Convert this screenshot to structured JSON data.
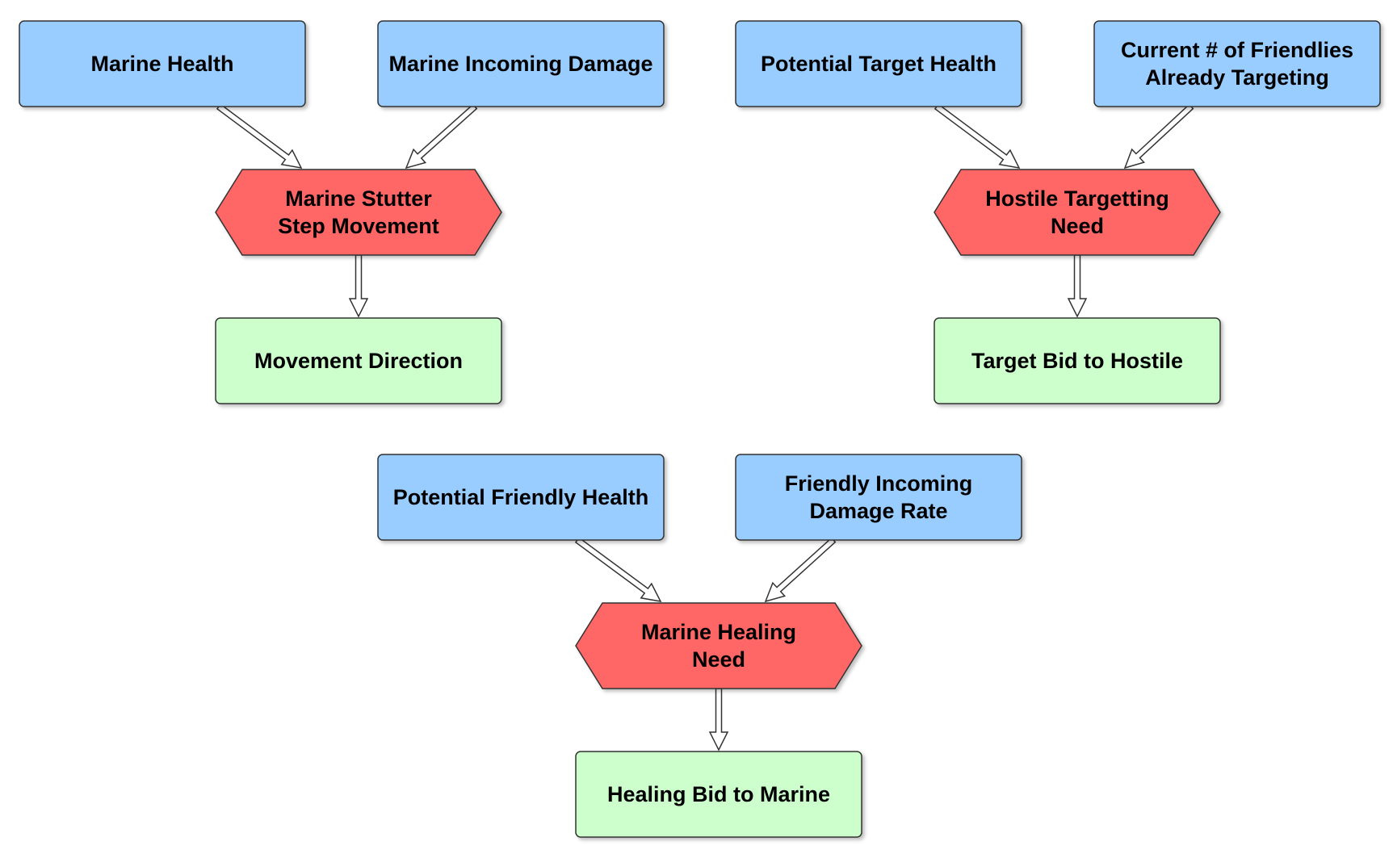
{
  "colors": {
    "input_fill": "#99CCFF",
    "need_fill": "#FF6666",
    "output_fill": "#CCFFCC",
    "stroke": "#333333",
    "arrow_fill": "#FFFFFF"
  },
  "diagram": {
    "inputs": {
      "marine_health": {
        "lines": [
          "Marine Health"
        ]
      },
      "marine_incoming_damage": {
        "lines": [
          "Marine Incoming Damage"
        ]
      },
      "potential_target_health": {
        "lines": [
          "Potential Target Health"
        ]
      },
      "current_friendlies_targeting": {
        "lines": [
          "Current # of Friendlies",
          "Already Targeting"
        ]
      },
      "potential_friendly_health": {
        "lines": [
          "Potential Friendly Health"
        ]
      },
      "friendly_incoming_damage_rate": {
        "lines": [
          "Friendly Incoming",
          "Damage Rate"
        ]
      }
    },
    "needs": {
      "marine_stutter_step": {
        "lines": [
          "Marine Stutter",
          "Step Movement"
        ]
      },
      "hostile_targetting": {
        "lines": [
          "Hostile Targetting",
          "Need"
        ]
      },
      "marine_healing": {
        "lines": [
          "Marine Healing",
          "Need"
        ]
      }
    },
    "outputs": {
      "movement_direction": {
        "lines": [
          "Movement Direction"
        ]
      },
      "target_bid_to_hostile": {
        "lines": [
          "Target Bid to Hostile"
        ]
      },
      "healing_bid_to_marine": {
        "lines": [
          "Healing Bid to Marine"
        ]
      }
    },
    "edges": [
      {
        "from": "marine_health",
        "to": "marine_stutter_step"
      },
      {
        "from": "marine_incoming_damage",
        "to": "marine_stutter_step"
      },
      {
        "from": "marine_stutter_step",
        "to": "movement_direction"
      },
      {
        "from": "potential_target_health",
        "to": "hostile_targetting"
      },
      {
        "from": "current_friendlies_targeting",
        "to": "hostile_targetting"
      },
      {
        "from": "hostile_targetting",
        "to": "target_bid_to_hostile"
      },
      {
        "from": "potential_friendly_health",
        "to": "marine_healing"
      },
      {
        "from": "friendly_incoming_damage_rate",
        "to": "marine_healing"
      },
      {
        "from": "marine_healing",
        "to": "healing_bid_to_marine"
      }
    ]
  }
}
